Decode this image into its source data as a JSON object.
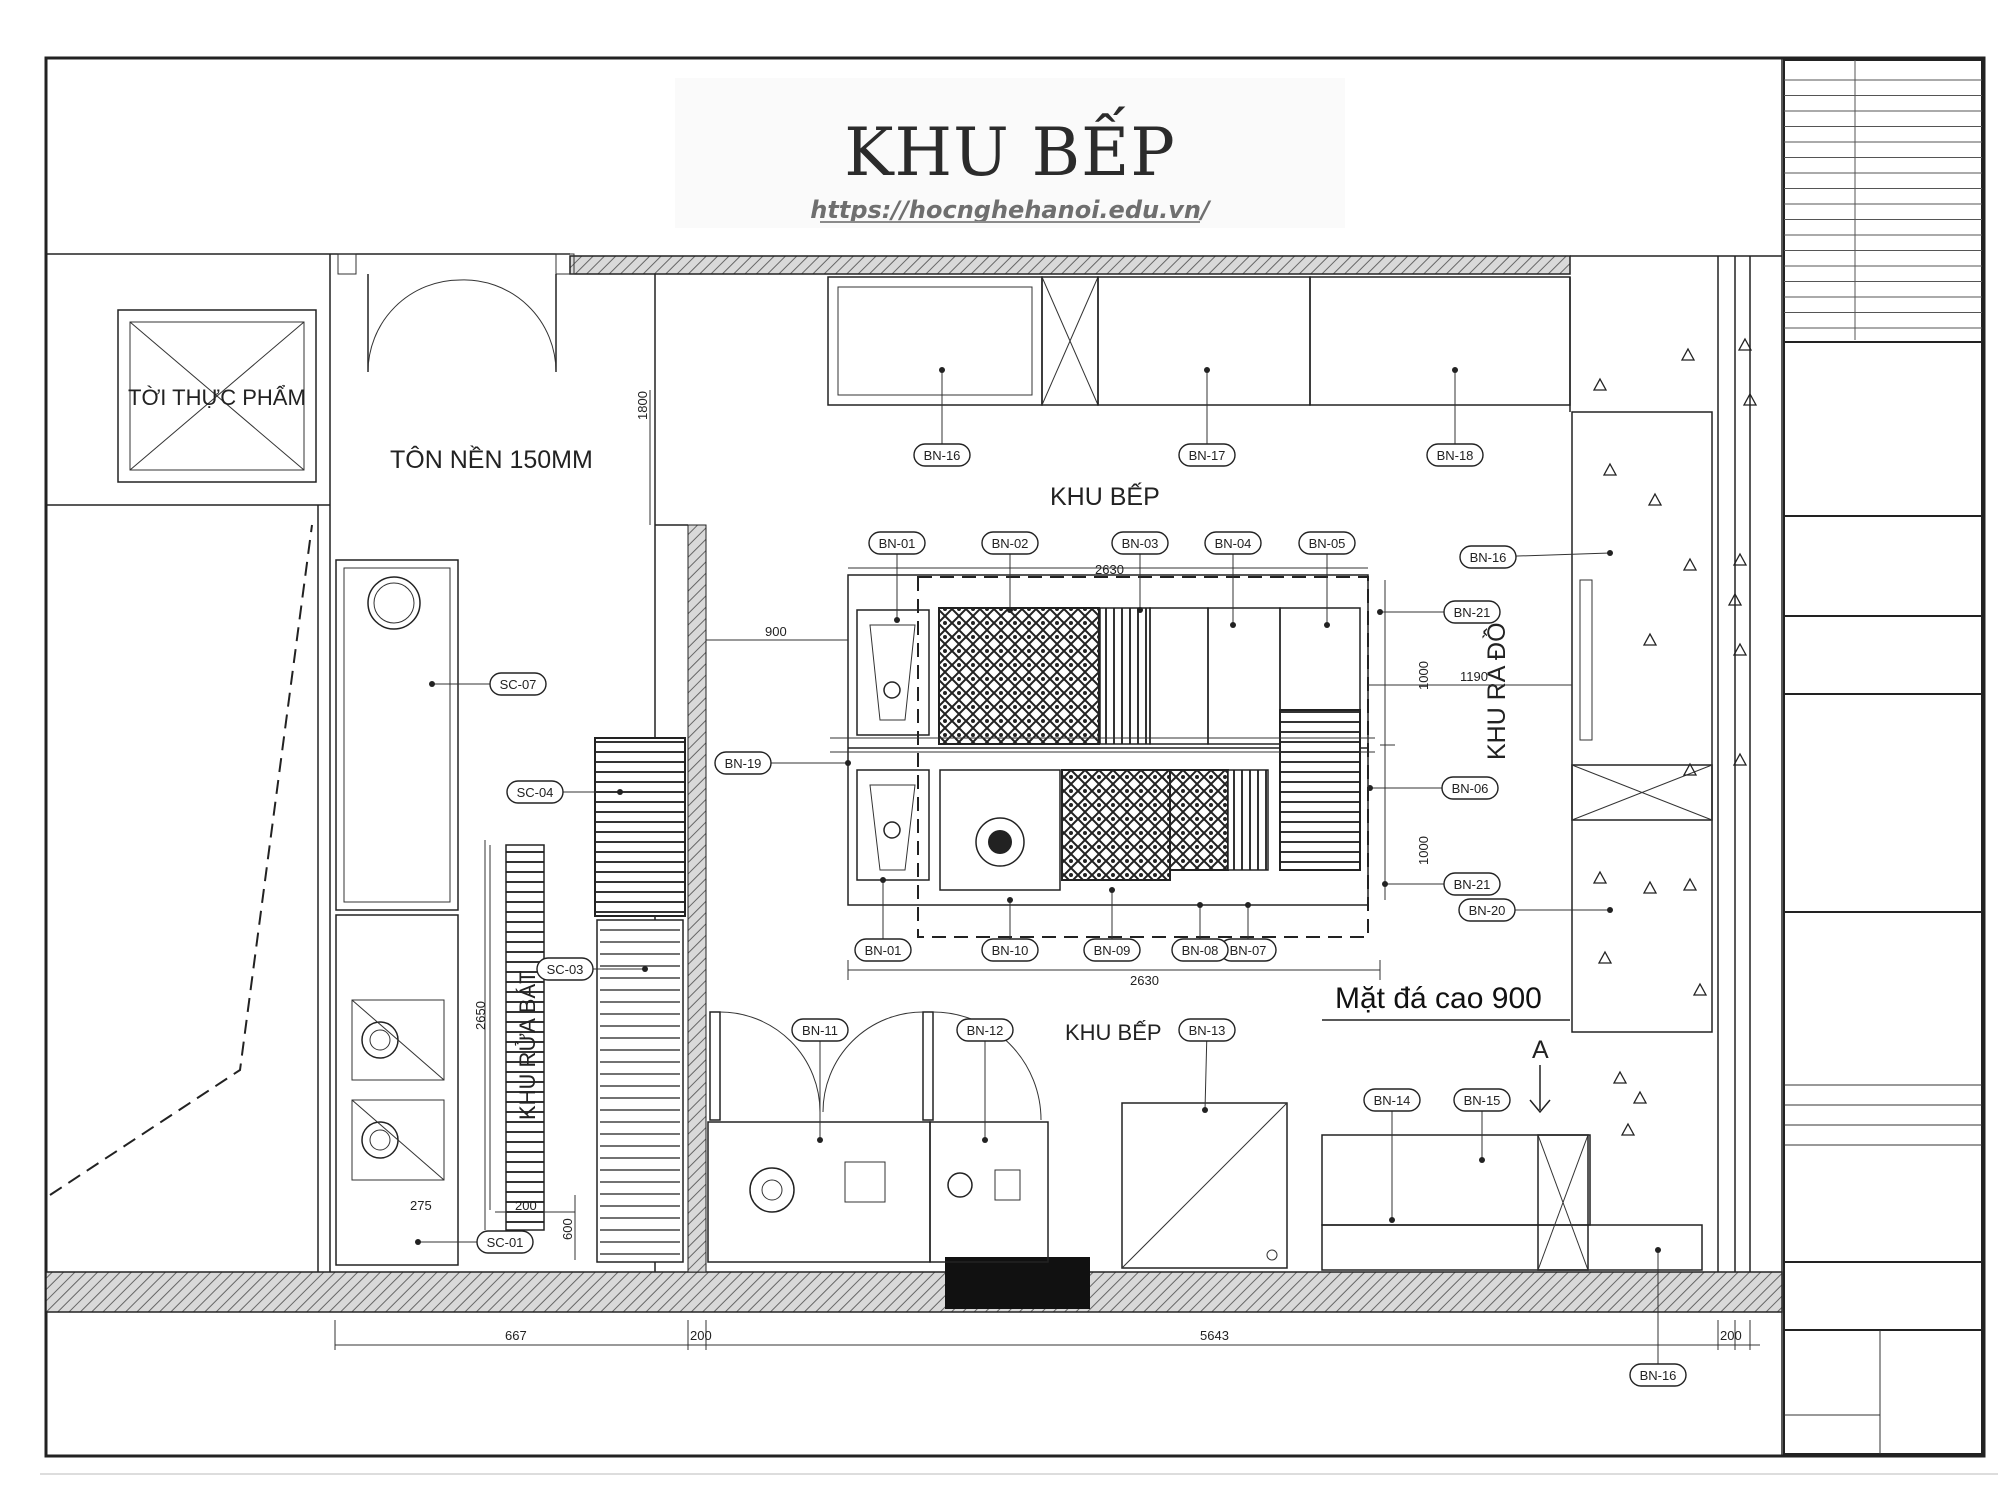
{
  "title": "KHU BẾP",
  "url": "https://hocnghehanoi.edu.vn/",
  "zones": {
    "food_store": "TỜI THỰC PHẨM",
    "floor_raise": "TÔN NỀN 150MM",
    "kitchen_top": "KHU BẾP",
    "kitchen_bottom": "KHU BẾP",
    "serving_area": "KHU RA ĐỒ",
    "counter_note": "Mặt đá cao 900",
    "washing_area": "KHU RỬA BÁT",
    "section_marker": "A"
  },
  "equipment_tags": [
    {
      "id": "BN-01"
    },
    {
      "id": "BN-02"
    },
    {
      "id": "BN-03"
    },
    {
      "id": "BN-04"
    },
    {
      "id": "BN-05"
    },
    {
      "id": "BN-06"
    },
    {
      "id": "BN-07"
    },
    {
      "id": "BN-08"
    },
    {
      "id": "BN-09"
    },
    {
      "id": "BN-10"
    },
    {
      "id": "BN-01"
    },
    {
      "id": "BN-11"
    },
    {
      "id": "BN-12"
    },
    {
      "id": "BN-13"
    },
    {
      "id": "BN-14"
    },
    {
      "id": "BN-15"
    },
    {
      "id": "BN-16"
    },
    {
      "id": "BN-17"
    },
    {
      "id": "BN-18"
    },
    {
      "id": "BN-16"
    },
    {
      "id": "BN-19"
    },
    {
      "id": "BN-20"
    },
    {
      "id": "BN-21"
    },
    {
      "id": "BN-21"
    },
    {
      "id": "BN-16"
    },
    {
      "id": "BN-15"
    },
    {
      "id": "BN-18"
    },
    {
      "id": "SC-07"
    },
    {
      "id": "SC-04"
    },
    {
      "id": "SC-03"
    },
    {
      "id": "SC-01"
    }
  ],
  "dimensions": {
    "island_length": "2630",
    "island_top": "2630",
    "island_depth_upper": "1000",
    "island_depth_lower": "1000",
    "offset_left": "900",
    "aisle_right": "1190",
    "bottom_left": "667",
    "bottom_wall": "200",
    "bottom_main": "5643",
    "bottom_right": "200",
    "left_vertical": "1800",
    "sink_run": "2650",
    "sink_width": "275",
    "sink_gap": "200",
    "sink_depth": "600"
  }
}
